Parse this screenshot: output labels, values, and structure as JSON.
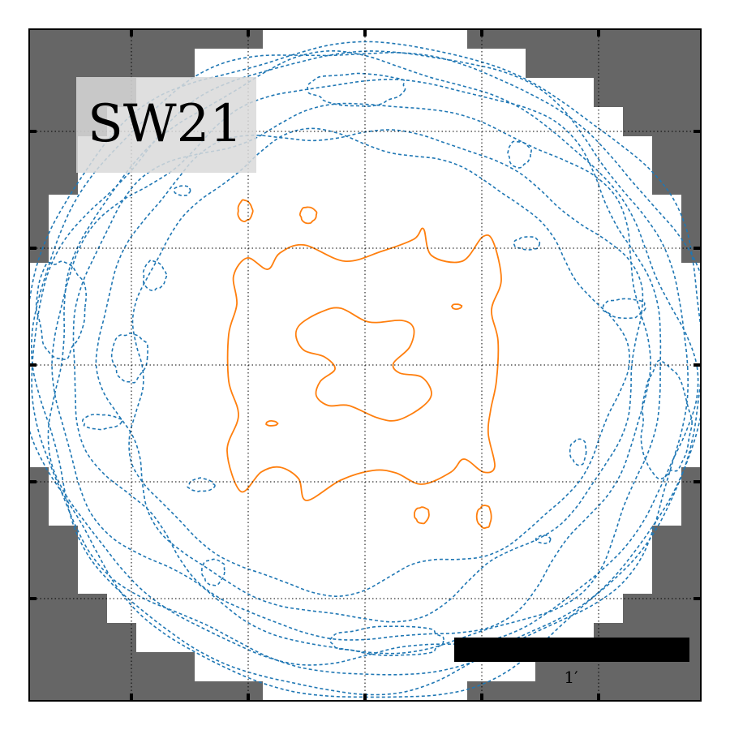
{
  "chart_data": {
    "type": "contour",
    "label": "SW21",
    "scalebar_label": "1′",
    "grid": true,
    "colors": {
      "mask": "#666666",
      "label_box": "#d9d9d9",
      "negative_contour": "#1f77b4",
      "positive_contour": "#ff7f0e",
      "grid": "#000000",
      "frame": "#000000",
      "scalebar": "#000000"
    }
  }
}
